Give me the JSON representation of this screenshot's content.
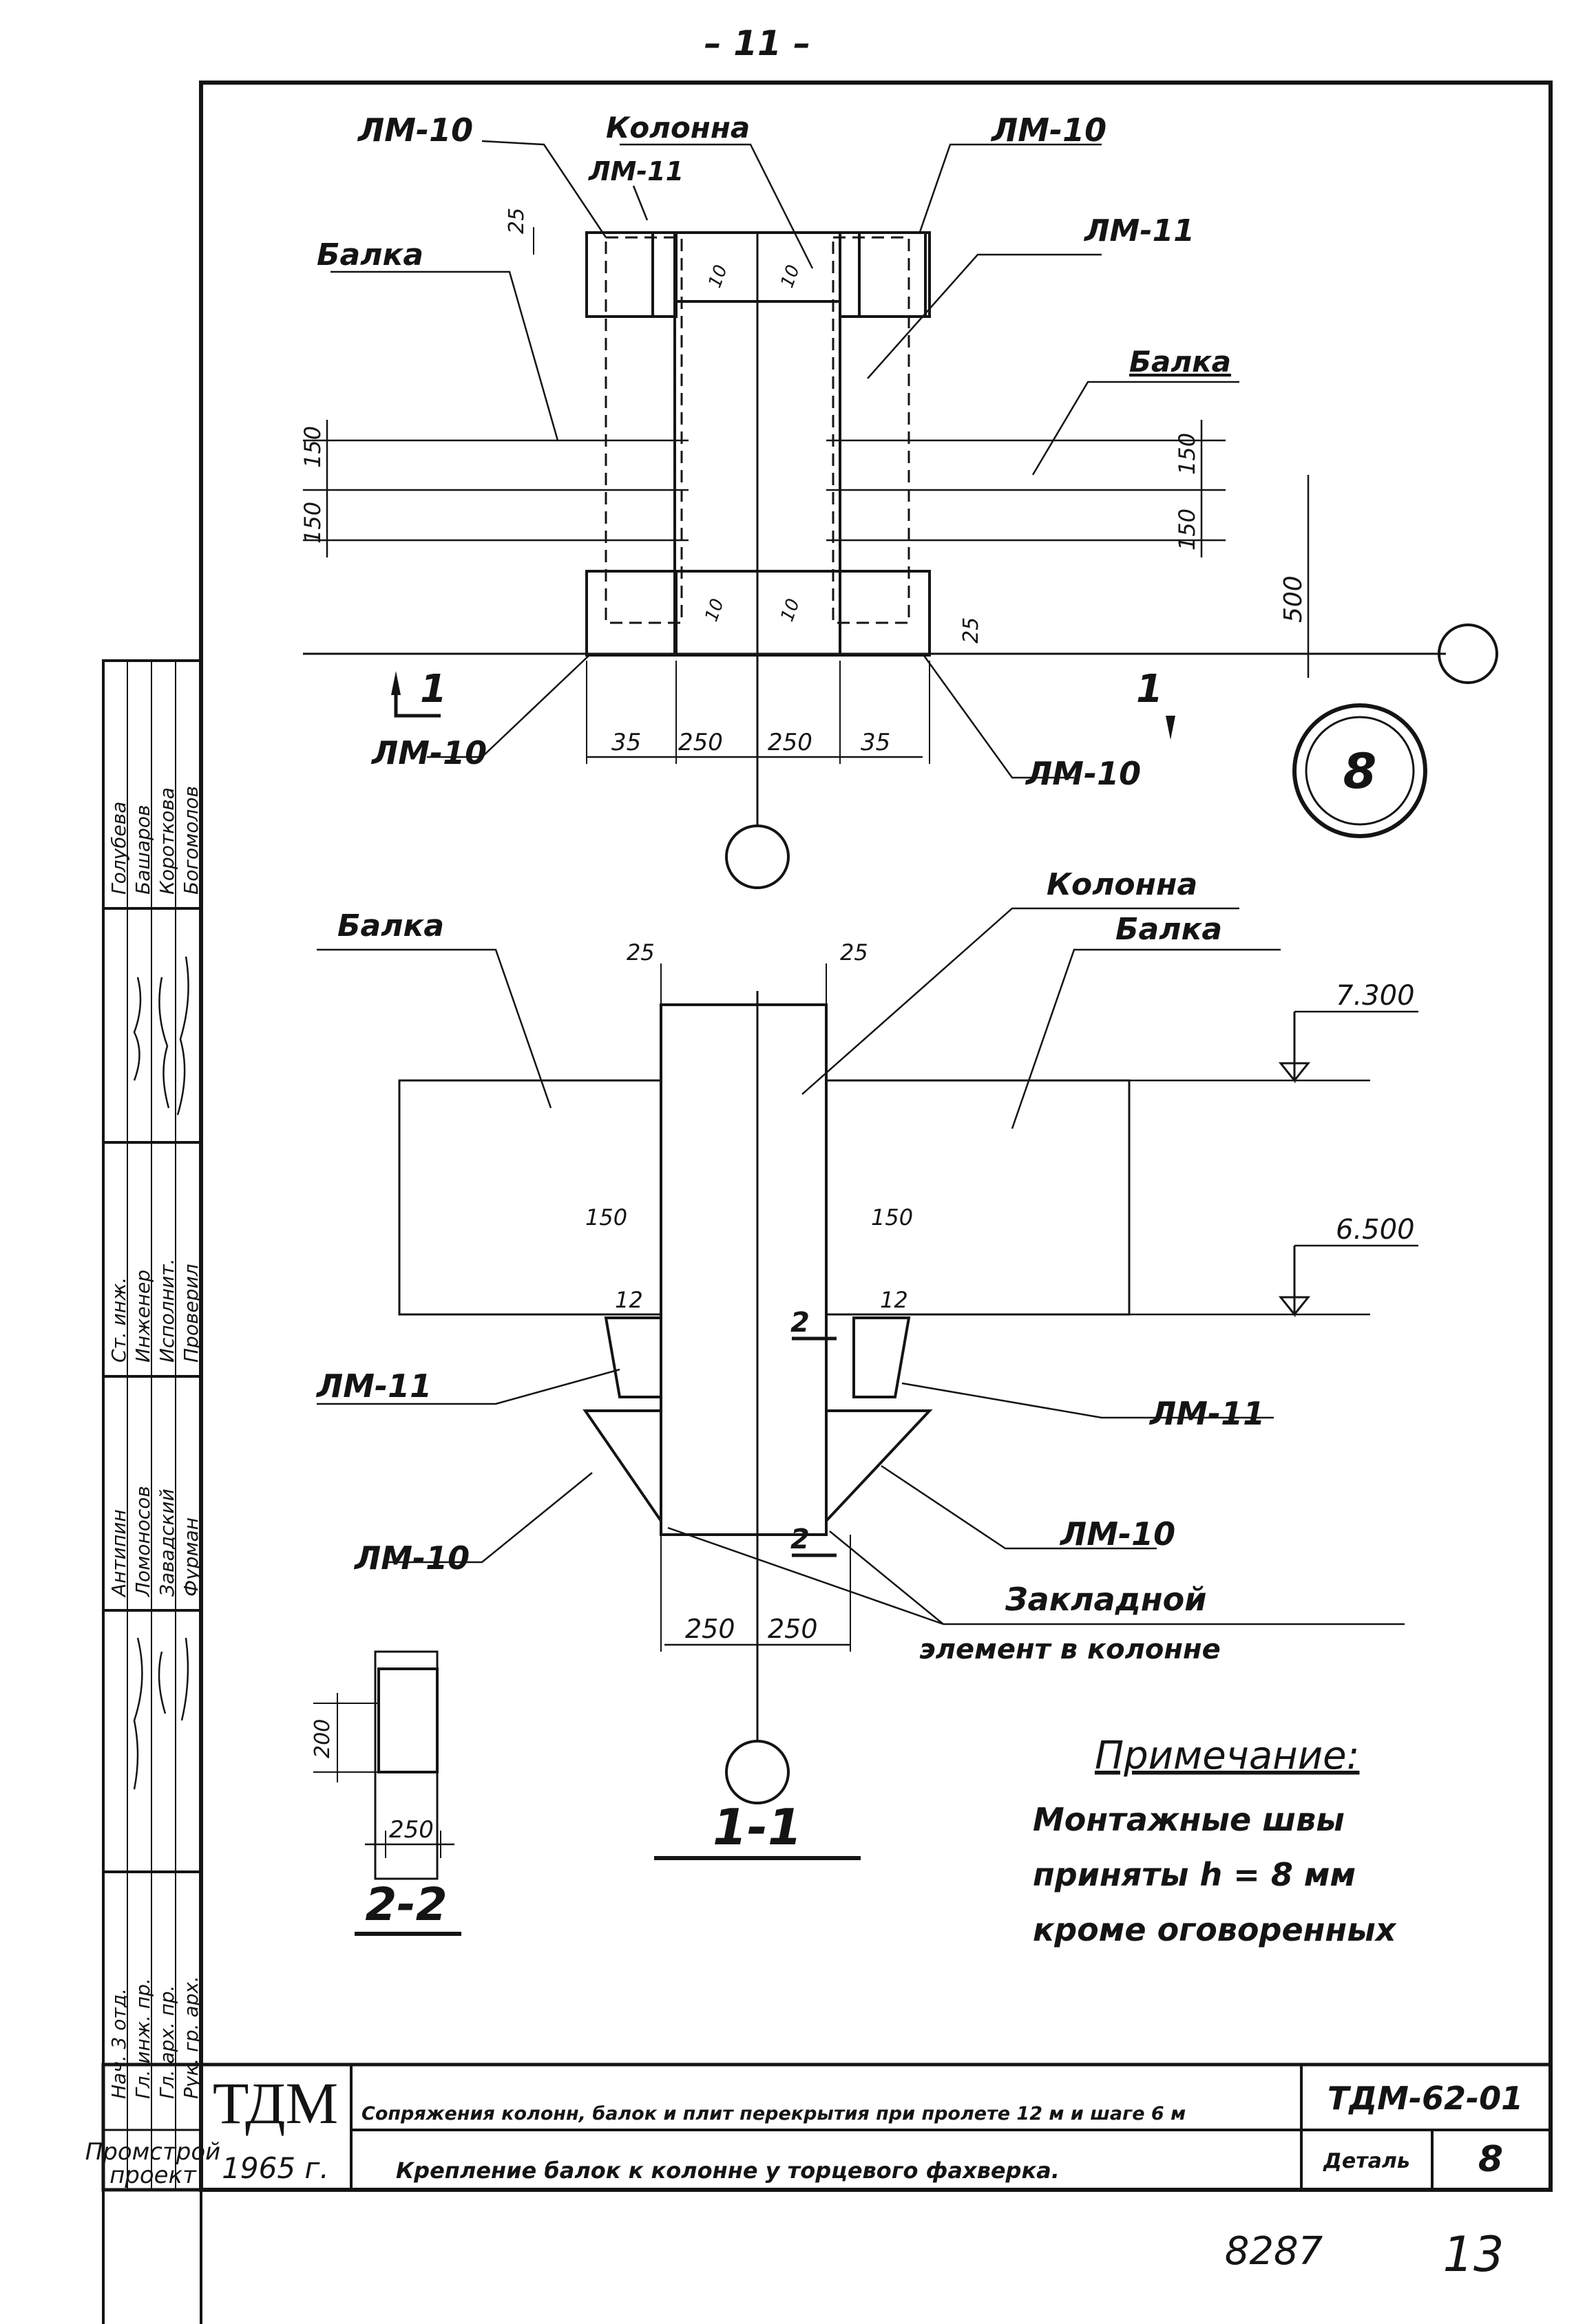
{
  "page_number_top": "– 11 –",
  "plan": {
    "labels": {
      "lm10_top_left": "ЛМ-10",
      "lm11_top": "ЛМ-11",
      "column": "Колонна",
      "lm10_top_right": "ЛМ-10",
      "beam_left": "Балка",
      "lm11_right": "ЛМ-11",
      "beam_right": "Балка",
      "lm10_bottom_left": "ЛМ-10",
      "lm10_bottom_right": "ЛМ-10",
      "section_mark_left": "1",
      "section_mark_right": "1"
    },
    "dimensions": {
      "d25_top": "25",
      "d150_a": "150",
      "d150_b": "150",
      "d150_c": "150",
      "d150_d": "150",
      "d500": "500",
      "d25_bottom": "25",
      "d35_left": "35",
      "d250_left": "250",
      "d250_right": "250",
      "d35_right": "35",
      "d10_a": "10",
      "d10_b": "10",
      "d10_c": "10",
      "d10_d": "10"
    },
    "detail_number": "8"
  },
  "elevation": {
    "labels": {
      "beam_left": "Балка",
      "column": "Колонна",
      "beam_right": "Балка",
      "lm11_left": "ЛМ-11",
      "lm11_right": "ЛМ-11",
      "lm10_left": "ЛМ-10",
      "lm10_right": "ЛМ-10",
      "embed_line1": "Закладной",
      "embed_line2": "элемент в колонне",
      "section_title": "1-1",
      "cut_mark_top": "2",
      "cut_mark_bottom": "2"
    },
    "dimensions": {
      "d25_left": "25",
      "d25_right": "25",
      "level_top": "7.300",
      "level_bottom": "6.500",
      "d150_left": "150",
      "d150_right": "150",
      "d12_left": "12",
      "d12_right": "12",
      "d250_left": "250",
      "d250_right": "250"
    }
  },
  "section22": {
    "title": "2-2",
    "dim_200": "200",
    "dim_250": "250"
  },
  "note": {
    "title": "Примечание:",
    "line1": "Монтажные швы",
    "line2": "приняты h = 8 мм",
    "line3": "кроме оговоренных"
  },
  "side_stamp": {
    "col1": [
      "Нач. 3 отд.",
      "Гл. инж. пр.",
      "Гл. арх. пр.",
      "Рук. гр. арх."
    ],
    "col2": [
      "Антипин",
      "Ломоносов",
      "Завадский",
      "Фурман"
    ],
    "col3": [
      "Ст. инж.",
      "Инженер",
      "Исполнит.",
      "Проверил"
    ],
    "col4": [
      "Голубева",
      "Башаров",
      "Короткова",
      "Богомолов"
    ]
  },
  "title_block": {
    "org_line1": "Промстрой",
    "org_line2": "проект",
    "logo": "ТДМ",
    "year": "1965 г.",
    "series_title": "Сопряжения колонн, балок и плит перекрытия при пролете 12 м и шаге 6 м",
    "drawing_title": "Крепление балок к колонне у торцевого фахверка.",
    "code": "ТДМ-62-01",
    "detail_label": "Деталь",
    "detail_number": "8"
  },
  "footer": {
    "archive_number": "8287",
    "sheet_number": "13"
  }
}
